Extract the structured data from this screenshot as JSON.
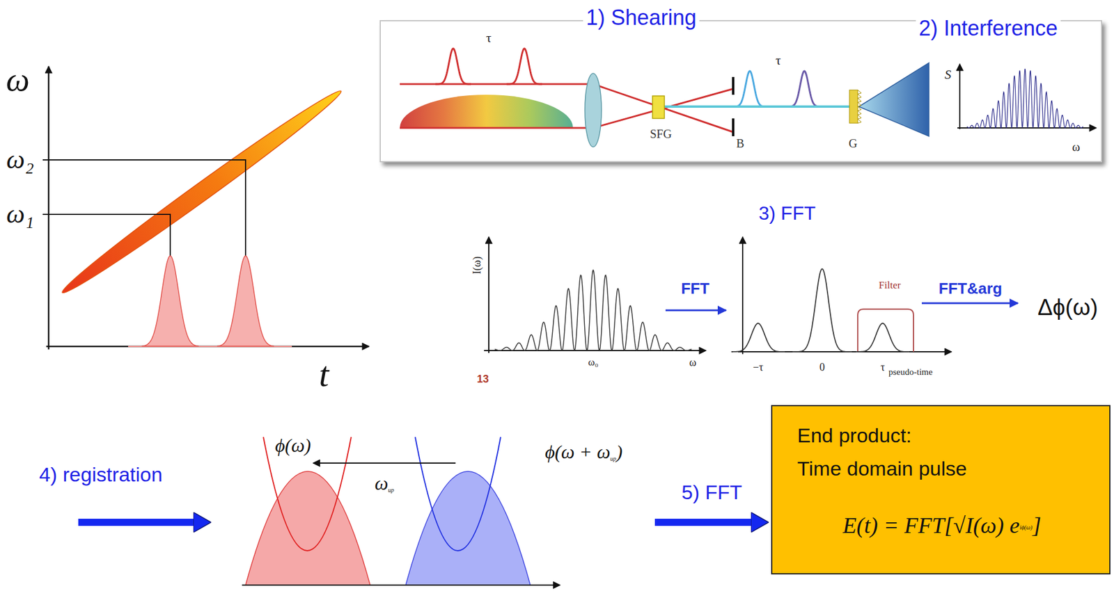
{
  "diagram": {
    "nodes": [
      {
        "text": [
          "1) Shearing",
          "2) Interference"
        ]
      },
      {
        "text": [
          "ϕ(ω)",
          "ω",
          "up",
          "ϕ(ω + ω",
          "up",
          ")"
        ]
      },
      {
        "text": [
          "End product:",
          "Time domain pulse",
          "E(t) = FFT[√I(ω) e",
          "iϕ(ω)",
          "]"
        ]
      }
    ],
    "edges": [
      {
        "from": 1,
        "to": 2,
        "arrow": "to",
        "label": "5) FFT"
      }
    ],
    "labels": [
      "ω",
      "ω₂",
      "ω₁",
      "t",
      "τ",
      "SFG",
      "B",
      "τ",
      "G",
      "S",
      "ω",
      "3) FFT",
      "I(ω)",
      "ω₀",
      "ω",
      "13",
      "FFT",
      "−τ",
      "0",
      "τ",
      "pseudo-time",
      "Filter",
      "FFT&arg",
      "Δϕ(ω)",
      "4) registration"
    ]
  }
}
